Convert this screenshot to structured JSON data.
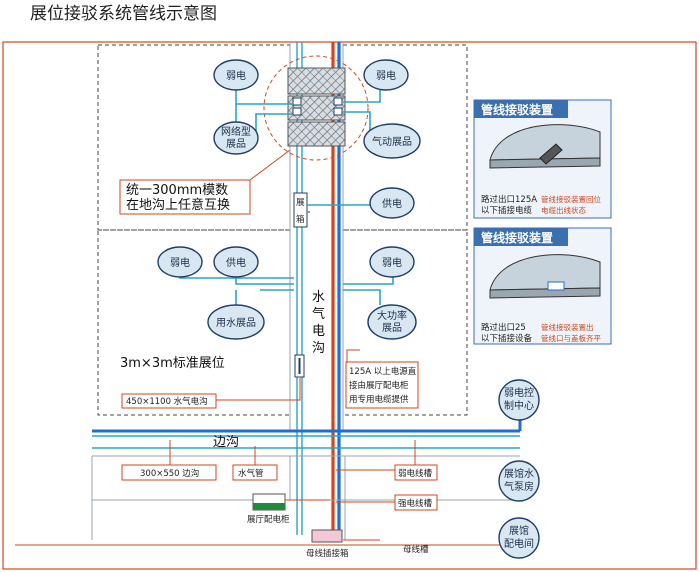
{
  "title": "展位接驳系统管线示意图",
  "booth_nodes": {
    "weak_top_left": "弱电",
    "network_booth": [
      "网络型",
      "展品"
    ],
    "weak_top_right": "弱电",
    "pneumatic_booth": "气动展品",
    "power_right_upper": "供电",
    "weak_mid_left": "弱电",
    "power_mid_left": "供电",
    "weak_mid_right": "弱电",
    "water_booth": "用水展品",
    "high_power_booth": [
      "大功率",
      "展品"
    ]
  },
  "callout_modular": [
    "统一300mm模数",
    "在地沟上任意互换"
  ],
  "booth_label": "3m×3m标准展位",
  "trench_label": "水气电沟",
  "trench_chars": [
    "水",
    "气",
    "电",
    "沟"
  ],
  "vertical_box_chars": [
    "展",
    "箱"
  ],
  "trench_size_label": "450×1100 水气电沟",
  "note_125a": [
    "125A 以上电源直",
    "接由展厅配电柜",
    "用专用电缆提供"
  ],
  "side_trench_label": "边沟",
  "side_trench_size": "300×550 边沟",
  "water_gas_pipe": "水气管",
  "weak_cable_tray": "弱电线槽",
  "power_cable_tray": "强电线槽",
  "hall_distribution_cabinet": "展厅配电柜",
  "busbar_box": "母线插接箱",
  "busbar_trough": "母线槽",
  "right_nodes": {
    "weak_control": [
      "弱电控",
      "制中心"
    ],
    "water_gas_room": [
      "展馆水",
      "气泵房"
    ],
    "power_room": [
      "展馆",
      "配电间"
    ]
  },
  "panel_top": {
    "title": "管线接驳装置",
    "note_black": [
      "路过出口125A",
      "以下插接电缆"
    ],
    "note_red": [
      "管线接驳装置回位",
      "电缆出线状态"
    ]
  },
  "panel_bottom": {
    "title": "管线接驳装置",
    "note_black": [
      "路过出口25",
      "以下插接设备"
    ],
    "note_red": [
      "管线接驳装置出",
      "管线口与盖板齐平"
    ]
  },
  "colors": {
    "accent_red": "#d2461c",
    "cyan_pipe": "#2aa6c4",
    "blue_main": "#1d6fd1",
    "node_fill": "#d9e7f2",
    "panel_header": "#3a6fb0"
  }
}
